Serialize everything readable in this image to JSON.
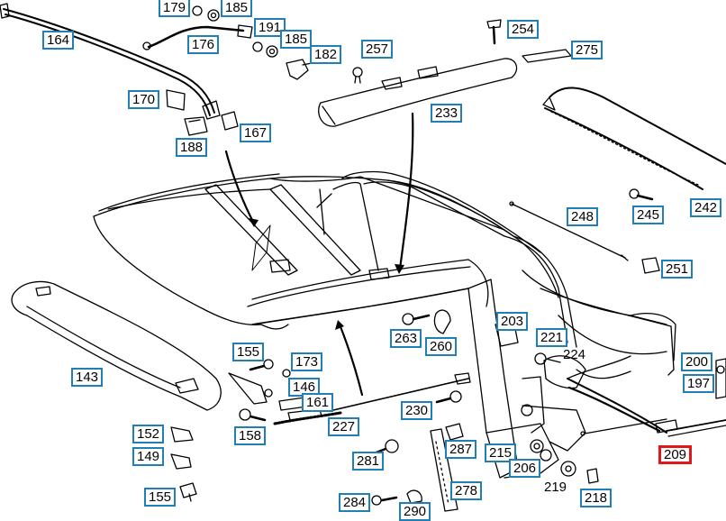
{
  "diagram": {
    "colors": {
      "label_border": "#1f7fb6",
      "highlight_border": "#e01818",
      "line": "#000000"
    },
    "callouts": [
      {
        "id": "179",
        "text": "179",
        "boxed": true
      },
      {
        "id": "185a",
        "text": "185",
        "boxed": true
      },
      {
        "id": "164",
        "text": "164",
        "boxed": true
      },
      {
        "id": "191",
        "text": "191",
        "boxed": true
      },
      {
        "id": "185b",
        "text": "185",
        "boxed": true
      },
      {
        "id": "176",
        "text": "176",
        "boxed": true
      },
      {
        "id": "182",
        "text": "182",
        "boxed": true
      },
      {
        "id": "257",
        "text": "257",
        "boxed": true
      },
      {
        "id": "254",
        "text": "254",
        "boxed": true
      },
      {
        "id": "275",
        "text": "275",
        "boxed": true
      },
      {
        "id": "170",
        "text": "170",
        "boxed": true
      },
      {
        "id": "233",
        "text": "233",
        "boxed": true
      },
      {
        "id": "167",
        "text": "167",
        "boxed": true
      },
      {
        "id": "188",
        "text": "188",
        "boxed": true
      },
      {
        "id": "245",
        "text": "245",
        "boxed": true
      },
      {
        "id": "242",
        "text": "242",
        "boxed": true
      },
      {
        "id": "248",
        "text": "248",
        "boxed": true
      },
      {
        "id": "251",
        "text": "251",
        "boxed": true
      },
      {
        "id": "143",
        "text": "143",
        "boxed": true
      },
      {
        "id": "203",
        "text": "203",
        "boxed": true
      },
      {
        "id": "263",
        "text": "263",
        "boxed": true
      },
      {
        "id": "260",
        "text": "260",
        "boxed": true
      },
      {
        "id": "221",
        "text": "221",
        "boxed": true
      },
      {
        "id": "224",
        "text": "224",
        "boxed": false
      },
      {
        "id": "155a",
        "text": "155",
        "boxed": true
      },
      {
        "id": "173",
        "text": "173",
        "boxed": true
      },
      {
        "id": "200",
        "text": "200",
        "boxed": true
      },
      {
        "id": "197",
        "text": "197",
        "boxed": true
      },
      {
        "id": "146",
        "text": "146",
        "boxed": true
      },
      {
        "id": "161",
        "text": "161",
        "boxed": true
      },
      {
        "id": "230",
        "text": "230",
        "boxed": true
      },
      {
        "id": "227",
        "text": "227",
        "boxed": true
      },
      {
        "id": "158",
        "text": "158",
        "boxed": true
      },
      {
        "id": "152",
        "text": "152",
        "boxed": true
      },
      {
        "id": "149",
        "text": "149",
        "boxed": true
      },
      {
        "id": "287",
        "text": "287",
        "boxed": true
      },
      {
        "id": "215",
        "text": "215",
        "boxed": true
      },
      {
        "id": "281",
        "text": "281",
        "boxed": true
      },
      {
        "id": "206",
        "text": "206",
        "boxed": true
      },
      {
        "id": "209",
        "text": "209",
        "boxed": true,
        "highlighted": true
      },
      {
        "id": "219",
        "text": "219",
        "boxed": false
      },
      {
        "id": "155b",
        "text": "155",
        "boxed": true
      },
      {
        "id": "278",
        "text": "278",
        "boxed": true
      },
      {
        "id": "218",
        "text": "218",
        "boxed": true
      },
      {
        "id": "284",
        "text": "284",
        "boxed": true
      },
      {
        "id": "290",
        "text": "290",
        "boxed": true
      }
    ]
  }
}
